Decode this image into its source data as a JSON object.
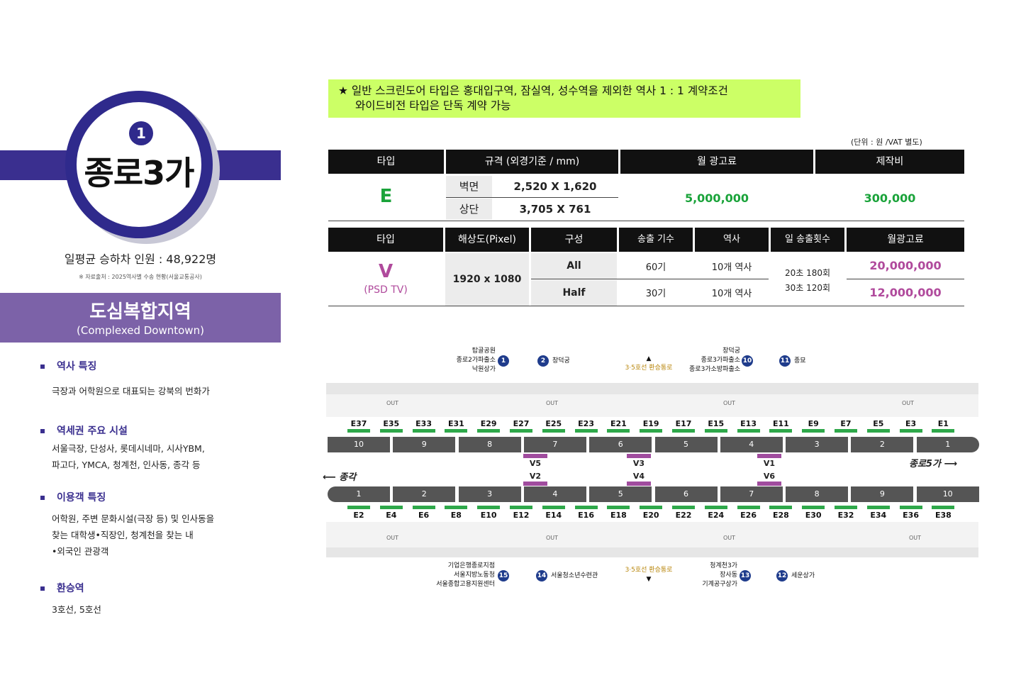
{
  "station": {
    "number": "1",
    "name": "종로3가",
    "ridership": "일평균 승하차 인원 : 48,922명",
    "source": "※ 자료출처 : 2025역사별 수송 현황(서울교통공사)",
    "zone_title": "도심복합지역",
    "zone_sub": "(Complexed Downtown)"
  },
  "sections": [
    {
      "title": "역사 특징",
      "body": [
        "극장과 어학원으로 대표되는 강북의 번화가"
      ]
    },
    {
      "title": "역세권 주요 시설",
      "body": [
        "서울극장, 단성사, 롯데시네마, 시사YBM,",
        "파고다, YMCA, 청계천, 인사동, 종각 등"
      ]
    },
    {
      "title": "이용객 특징",
      "body": [
        "어학원, 주변 문화시설(극장 등) 및 인사동을",
        "찾는 대학생•직장인,  청계천을  찾는  내",
        "•외국인  관광객"
      ]
    },
    {
      "title": "환승역",
      "body": [
        "3호선, 5호선"
      ]
    }
  ],
  "notice": {
    "line1": "★ 일반 스크린도어 타입은 홍대입구역, 잠실역, 성수역을 제외한 역사 1 : 1 계약조건",
    "line2": "와이드비전 타입은 단독 계약 가능"
  },
  "unit": "(단위 : 원 /VAT 별도)",
  "table1": {
    "headers": [
      "타입",
      "규격 (외경기준 / mm)",
      "월 광고료",
      "제작비"
    ],
    "type": "E",
    "rows": [
      {
        "label": "벽면",
        "size": "2,520 X 1,620"
      },
      {
        "label": "상단",
        "size": "3,705 X 761"
      }
    ],
    "monthly_fee": "5,000,000",
    "production_fee": "300,000"
  },
  "table2": {
    "headers": [
      "타입",
      "해상도(Pixel)",
      "구성",
      "송출 기수",
      "역사",
      "일 송출횟수",
      "월광고료"
    ],
    "type": "V",
    "type_sub": "(PSD TV)",
    "resolution": "1920 x 1080",
    "rows": [
      {
        "config": "All",
        "units": "60기",
        "stations": "10개 역사",
        "fee": "20,000,000"
      },
      {
        "config": "Half",
        "units": "30기",
        "stations": "10개 역사",
        "fee": "12,000,000"
      }
    ],
    "daily_count": [
      "20초 180회",
      "30초 120회"
    ]
  },
  "map": {
    "top_doors": [
      "E37",
      "E35",
      "E33",
      "E31",
      "E29",
      "E27",
      "E25",
      "E23",
      "E21",
      "E19",
      "E17",
      "E15",
      "E13",
      "E11",
      "E9",
      "E7",
      "E5",
      "E3",
      "E1"
    ],
    "bottom_doors": [
      "E2",
      "E4",
      "E6",
      "E8",
      "E10",
      "E12",
      "E14",
      "E16",
      "E18",
      "E20",
      "E22",
      "E24",
      "E26",
      "E28",
      "E30",
      "E32",
      "E34",
      "E36",
      "E38"
    ],
    "top_cars": [
      "10",
      "9",
      "8",
      "7",
      "6",
      "5",
      "4",
      "3",
      "2",
      "1"
    ],
    "bottom_cars": [
      "1",
      "2",
      "3",
      "4",
      "5",
      "6",
      "7",
      "8",
      "9",
      "10"
    ],
    "top_v": [
      "V5",
      "V3",
      "V1"
    ],
    "bottom_v": [
      "V2",
      "V4",
      "V6"
    ],
    "dir_left": "종각",
    "dir_right": "종로5가",
    "out": "OUT",
    "transfer": "3·5호선 환승통로",
    "exits_top": [
      {
        "num": "1",
        "text": [
          "탑골공원",
          "종로2가파출소",
          "낙원상가"
        ]
      },
      {
        "num": "2",
        "text": [
          "창덕궁"
        ]
      },
      {
        "num": "10",
        "text": [
          "창덕궁",
          "종로3가파출소",
          "종로3가소방파출소"
        ]
      },
      {
        "num": "11",
        "text": [
          "종묘"
        ]
      }
    ],
    "exits_bottom": [
      {
        "num": "15",
        "text": [
          "기업은행종로지점",
          "서울지방노동청",
          "서울종합고용지원센터"
        ]
      },
      {
        "num": "14",
        "text": [
          "서울청소년수련관"
        ]
      },
      {
        "num": "13",
        "text": [
          "청계천3가",
          "장사동",
          "기계공구상가"
        ]
      },
      {
        "num": "12",
        "text": [
          "세운상가"
        ]
      }
    ]
  }
}
